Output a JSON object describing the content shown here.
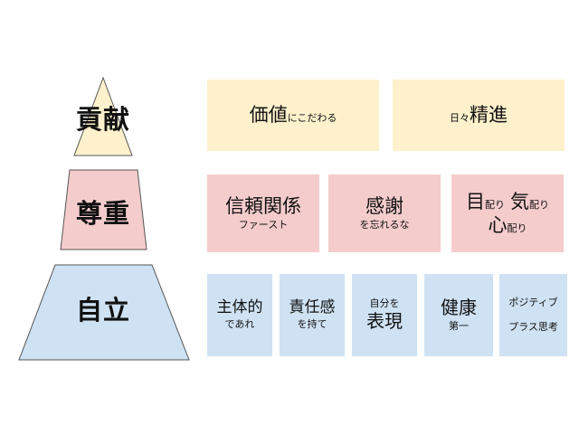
{
  "colors": {
    "yellow": "#fff1cc",
    "pink": "#f4cccc",
    "blue": "#cfe2f3",
    "outline": "#555555"
  },
  "pyramid": {
    "top": "貢献",
    "middle": "尊重",
    "bottom": "自立"
  },
  "contribution": {
    "item1": {
      "main": "価値",
      "sub": "にこだわる"
    },
    "item2": {
      "prefix": "日々",
      "main": "精進"
    }
  },
  "respect": {
    "item1": {
      "main": "信頼関係",
      "sub": "ファースト"
    },
    "item2": {
      "main": "感謝",
      "sub": "を忘れるな"
    },
    "item3": {
      "k1": "目",
      "s1": "配り",
      "k2": "気",
      "s2": "配り",
      "k3": "心",
      "s3": "配り"
    }
  },
  "independence": {
    "item1": {
      "main": "主体的",
      "sub": "であれ"
    },
    "item2": {
      "main": "責任感",
      "sub": "を持て"
    },
    "item3": {
      "pre": "自分を",
      "main": "表現"
    },
    "item4": {
      "main": "健康",
      "sub": "第一"
    },
    "item5": {
      "line1": "ポジティブ",
      "line2": "プラス思考"
    }
  }
}
